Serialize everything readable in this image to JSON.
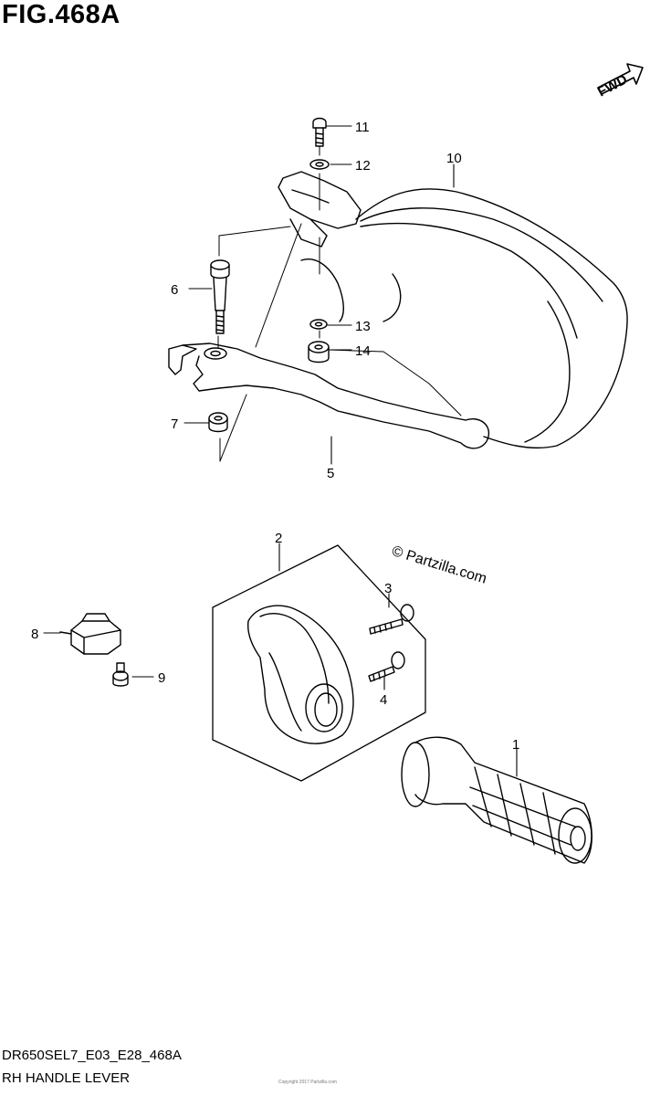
{
  "figure": {
    "title": "FIG.468A",
    "fwd_label": "FWD"
  },
  "footer": {
    "code": "DR650SEL7_E03_E28_468A",
    "name": "RH HANDLE LEVER",
    "tiny_note": "Copyright 2017 Partzilla.com"
  },
  "watermark": "© Partzilla.com",
  "callouts": {
    "c1": "1",
    "c2": "2",
    "c3": "3",
    "c4": "4",
    "c5": "5",
    "c6": "6",
    "c7": "7",
    "c8": "8",
    "c9": "9",
    "c10": "10",
    "c11": "11",
    "c12": "12",
    "c13": "13",
    "c14": "14"
  }
}
